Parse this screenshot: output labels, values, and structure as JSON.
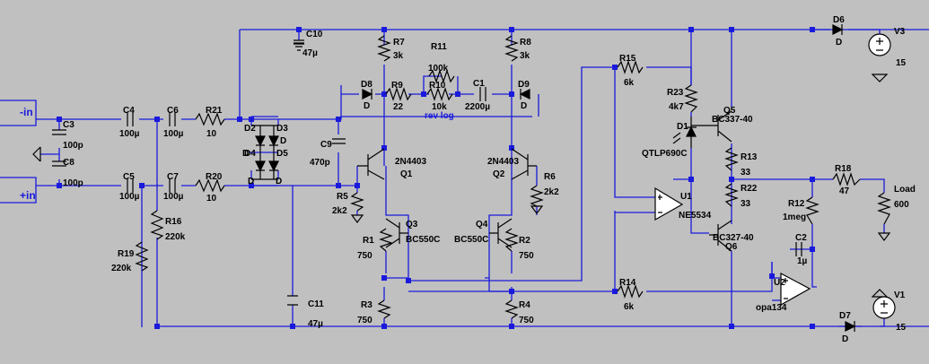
{
  "ports": {
    "in_neg": "-in",
    "in_pos": "+in"
  },
  "components": {
    "C10": {
      "ref": "C10",
      "value": "47µ"
    },
    "C11": {
      "ref": "C11",
      "value": "47µ"
    },
    "C3": {
      "ref": "C3",
      "value": "100p"
    },
    "C8": {
      "ref": "C8",
      "value": "100p"
    },
    "C4": {
      "ref": "C4",
      "value": "100µ"
    },
    "C5": {
      "ref": "C5",
      "value": "100µ"
    },
    "C6": {
      "ref": "C6",
      "value": "100µ"
    },
    "C7": {
      "ref": "C7",
      "value": "100µ"
    },
    "C9": {
      "ref": "C9",
      "value": "470p"
    },
    "C1": {
      "ref": "C1",
      "value": "2200µ"
    },
    "C2": {
      "ref": "C2",
      "value": "1µ"
    },
    "R21": {
      "ref": "R21",
      "value": "10"
    },
    "R20": {
      "ref": "R20",
      "value": "10"
    },
    "R16": {
      "ref": "R16",
      "value": "220k"
    },
    "R19": {
      "ref": "R19",
      "value": "220k"
    },
    "R7": {
      "ref": "R7",
      "value": "3k"
    },
    "R8": {
      "ref": "R8",
      "value": "3k"
    },
    "R9": {
      "ref": "R9",
      "value": "22"
    },
    "R11": {
      "ref": "R11",
      "value": "100k"
    },
    "R10": {
      "ref": "R10",
      "value": "10k",
      "note": "rev log"
    },
    "R5": {
      "ref": "R5",
      "value": "2k2"
    },
    "R6": {
      "ref": "R6",
      "value": "2k2"
    },
    "R1": {
      "ref": "R1",
      "value": "750"
    },
    "R2": {
      "ref": "R2",
      "value": "750"
    },
    "R3": {
      "ref": "R3",
      "value": "750"
    },
    "R4": {
      "ref": "R4",
      "value": "750"
    },
    "R15": {
      "ref": "R15",
      "value": "6k"
    },
    "R14": {
      "ref": "R14",
      "value": "6k"
    },
    "R23": {
      "ref": "R23",
      "value": "4k7"
    },
    "R13": {
      "ref": "R13",
      "value": "33"
    },
    "R22": {
      "ref": "R22",
      "value": "33"
    },
    "R18": {
      "ref": "R18",
      "value": "47"
    },
    "R12": {
      "ref": "R12",
      "value": "1meg"
    },
    "Load": {
      "ref": "Load",
      "value": "600"
    },
    "D2": {
      "ref": "D2",
      "value": "D"
    },
    "D3": {
      "ref": "D3",
      "value": "D"
    },
    "D4": {
      "ref": "D4",
      "value": "D"
    },
    "D5": {
      "ref": "D5",
      "value": "D"
    },
    "D8": {
      "ref": "D8",
      "value": "D"
    },
    "D9": {
      "ref": "D9",
      "value": "D"
    },
    "D6": {
      "ref": "D6",
      "value": "D"
    },
    "D7": {
      "ref": "D7",
      "value": "D"
    },
    "D1": {
      "ref": "D1",
      "value": "QTLP690C"
    },
    "Q1": {
      "ref": "Q1",
      "value": "2N4403"
    },
    "Q2": {
      "ref": "Q2",
      "value": "2N4403"
    },
    "Q3": {
      "ref": "Q3",
      "value": "BC550C"
    },
    "Q4": {
      "ref": "Q4",
      "value": "BC550C"
    },
    "Q5": {
      "ref": "Q5",
      "value": "BC337-40"
    },
    "Q6": {
      "ref": "Q6",
      "value": "BC327-40"
    },
    "U1": {
      "ref": "U1",
      "value": "NE5534"
    },
    "U2": {
      "ref": "U2",
      "value": "opa134"
    },
    "V3": {
      "ref": "V3",
      "value": "15"
    },
    "V1": {
      "ref": "V1",
      "value": "15"
    }
  }
}
